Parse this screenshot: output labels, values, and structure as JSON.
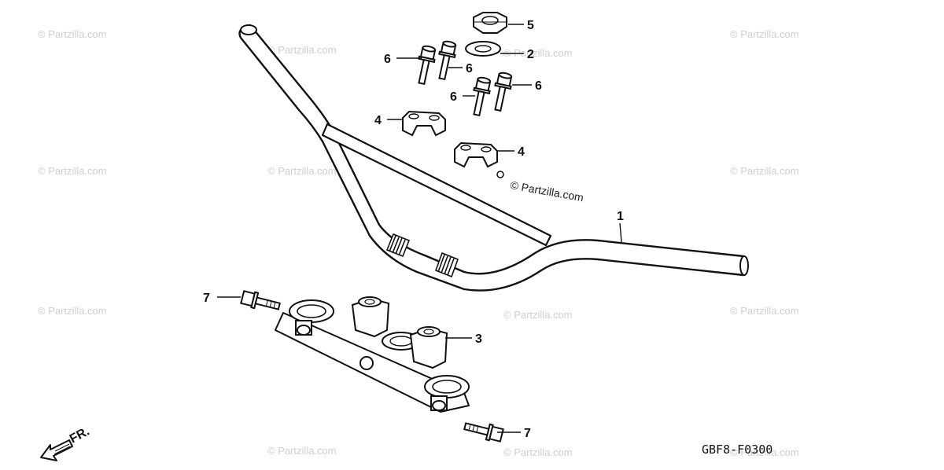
{
  "callouts": {
    "c1": "1",
    "c2": "2",
    "c3": "3",
    "c4a": "4",
    "c4b": "4",
    "c5": "5",
    "c6a": "6",
    "c6b": "6",
    "c6c": "6",
    "c6d": "6",
    "c7a": "7",
    "c7b": "7"
  },
  "diagram_code": "GBF8-F0300",
  "direction_label": "FR.",
  "watermark_center": "© Partzilla.com",
  "watermark_faint": "© Partzilla.com",
  "colors": {
    "line": "#111111",
    "watermark": "#cfcfcf",
    "background": "#ffffff"
  }
}
